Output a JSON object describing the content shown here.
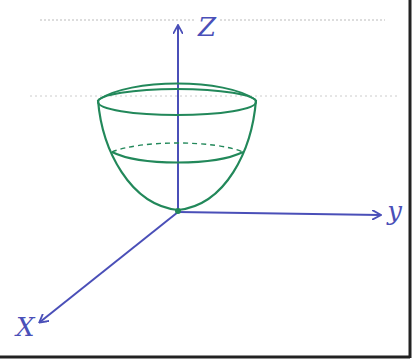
{
  "diagram": {
    "labels": [
      "Z",
      "y",
      "X"
    ]
  }
}
